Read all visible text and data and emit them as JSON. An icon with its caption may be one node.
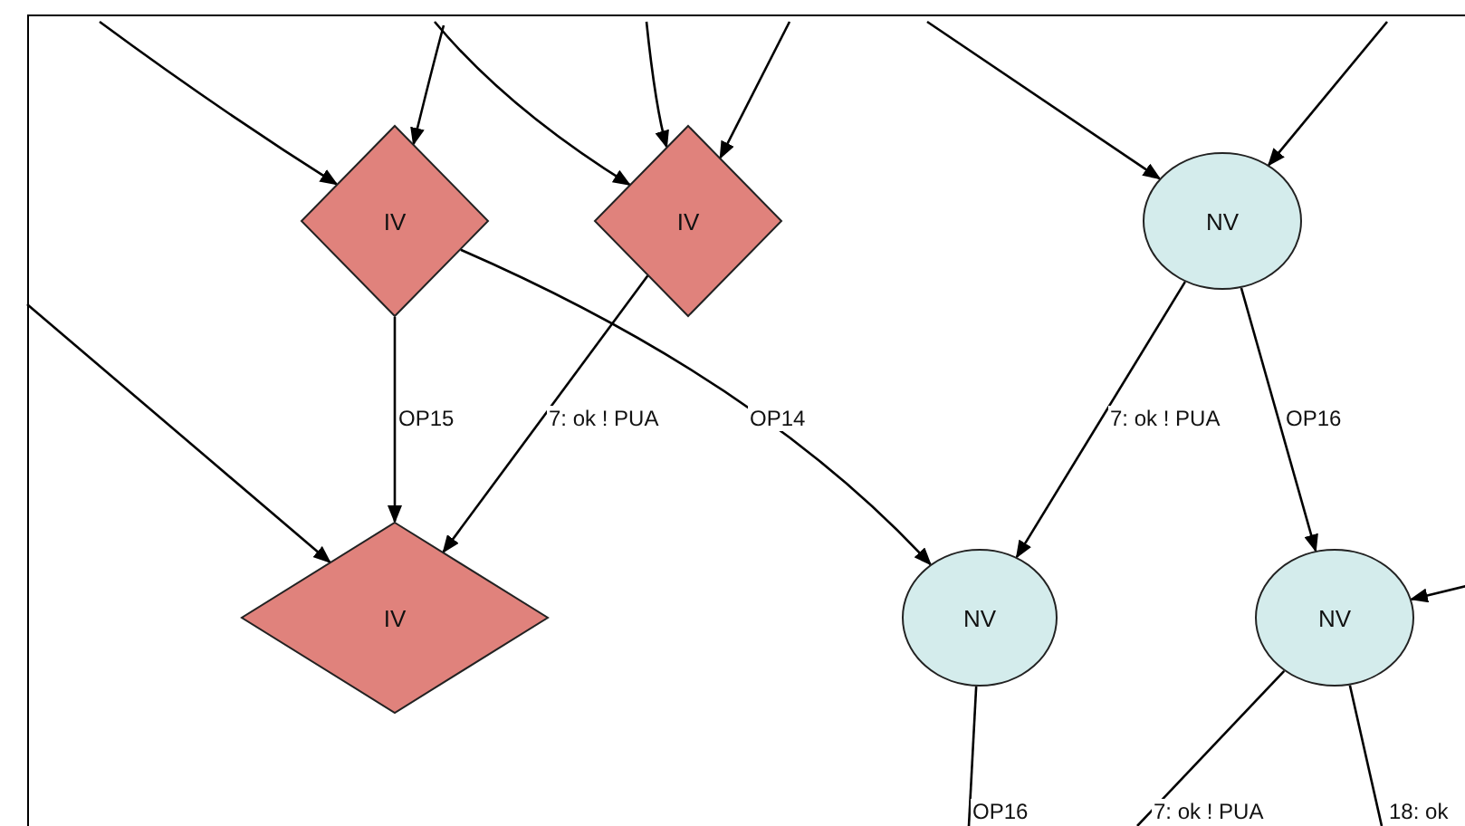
{
  "diagram": {
    "nodes": [
      {
        "text": [
          "IV"
        ]
      },
      {
        "text": [
          "IV"
        ]
      },
      {
        "text": [
          "NV"
        ]
      },
      {
        "text": [
          "IV"
        ]
      },
      {
        "text": [
          "NV"
        ]
      },
      {
        "text": [
          "NV"
        ]
      }
    ],
    "edges": [
      {
        "from": null,
        "to": 0,
        "arrow": "to"
      },
      {
        "from": null,
        "to": 1,
        "arrow": "to"
      },
      {
        "from": null,
        "to": 1,
        "arrow": "to"
      },
      {
        "from": null,
        "to": 1,
        "arrow": "to"
      },
      {
        "from": null,
        "to": 2,
        "arrow": "to"
      },
      {
        "from": null,
        "to": 2,
        "arrow": "to"
      },
      {
        "from": null,
        "to": 0,
        "arrow": "to"
      },
      {
        "from": 0,
        "to": 3,
        "arrow": "to",
        "label": "OP15"
      },
      {
        "from": 1,
        "to": 3,
        "arrow": "to",
        "label": "7: ok ! PUA"
      },
      {
        "from": 0,
        "to": 4,
        "arrow": "to",
        "label": "OP14"
      },
      {
        "from": 2,
        "to": 4,
        "arrow": "to",
        "label": "7: ok ! PUA"
      },
      {
        "from": 2,
        "to": 5,
        "arrow": "to",
        "label": "OP16"
      },
      {
        "from": null,
        "to": 3,
        "arrow": "to"
      },
      {
        "from": null,
        "to": 5,
        "arrow": "to"
      },
      {
        "from": 4,
        "to": null,
        "arrow": "none",
        "label": "OP16"
      },
      {
        "from": 5,
        "to": null,
        "arrow": "none",
        "label": "7: ok ! PUA"
      },
      {
        "from": 5,
        "to": null,
        "arrow": "none",
        "label": "18: ok"
      }
    ]
  }
}
